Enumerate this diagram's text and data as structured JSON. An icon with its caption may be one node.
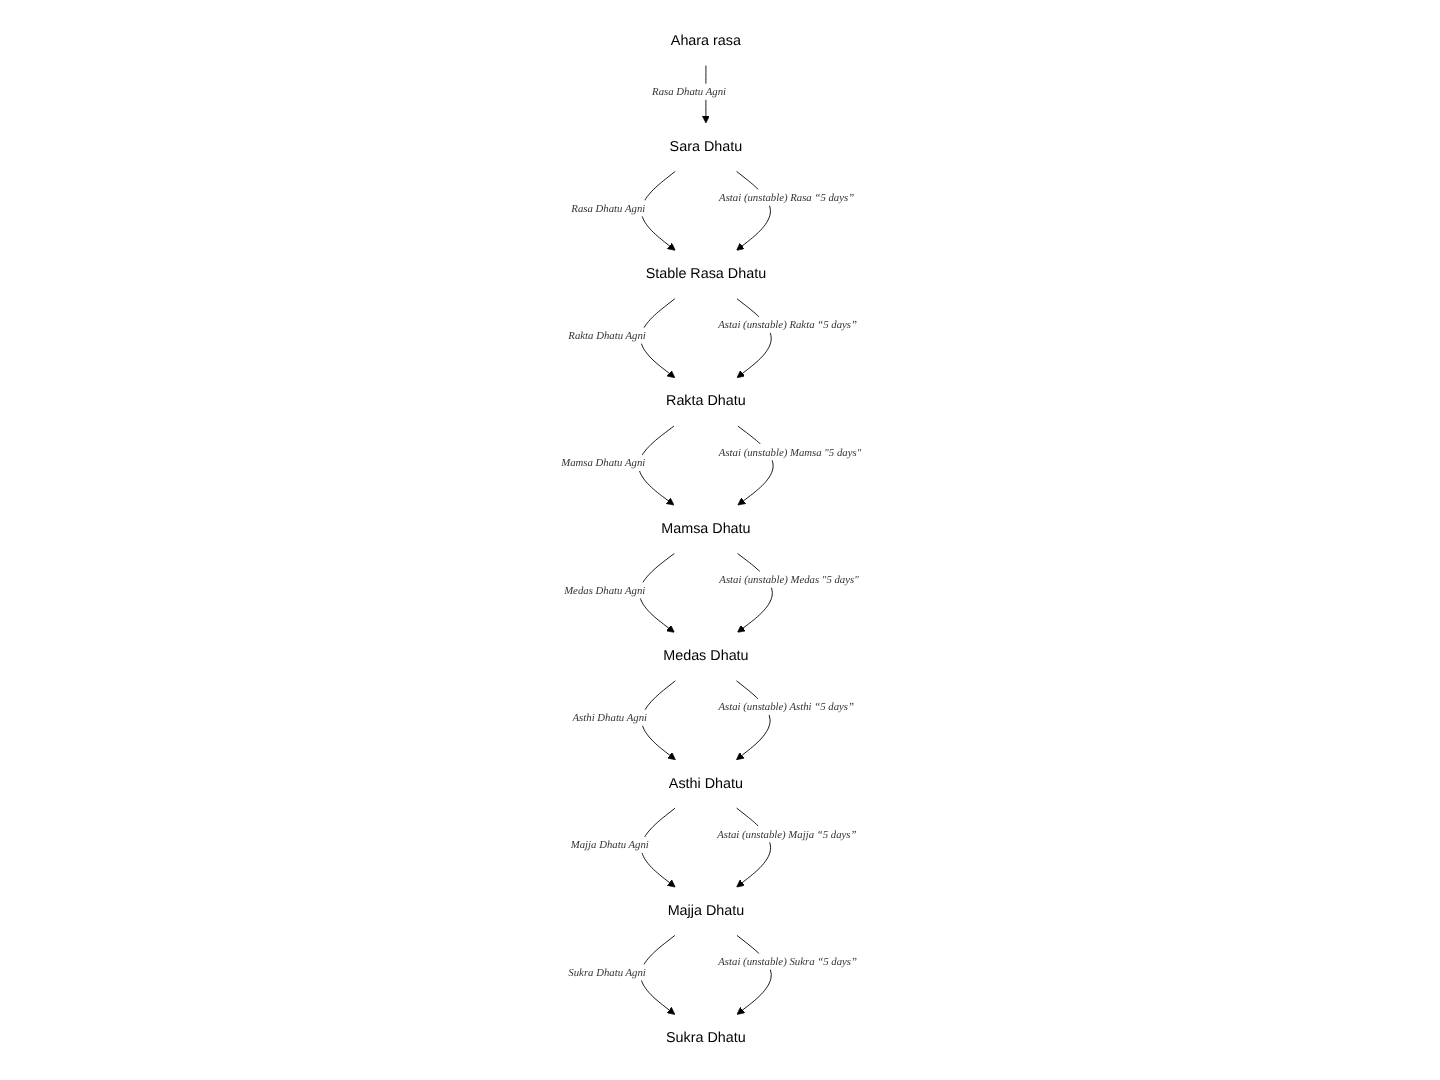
{
  "diagram": {
    "nodes": [
      {
        "text": [
          "Ahara rasa"
        ]
      },
      {
        "text": [
          "Sara Dhatu"
        ]
      },
      {
        "text": [
          "Stable Rasa Dhatu"
        ]
      },
      {
        "text": [
          "Rakta Dhatu"
        ]
      },
      {
        "text": [
          "Mamsa Dhatu"
        ]
      },
      {
        "text": [
          "Medas Dhatu"
        ]
      },
      {
        "text": [
          "Asthi Dhatu"
        ]
      },
      {
        "text": [
          "Majja Dhatu"
        ]
      },
      {
        "text": [
          "Sukra Dhatu"
        ]
      }
    ],
    "edges": [
      {
        "from": 0,
        "to": 1,
        "arrow": "to",
        "label": "Rasa Dhatu Agni"
      },
      {
        "from": 1,
        "to": 2,
        "arrow": "to",
        "label": "Rasa Dhatu Agni"
      },
      {
        "from": 1,
        "to": 2,
        "arrow": "to",
        "label": "Astai (unstable) Rasa “5 days”"
      },
      {
        "from": 2,
        "to": 3,
        "arrow": "to",
        "label": "Rakta Dhatu Agni"
      },
      {
        "from": 2,
        "to": 3,
        "arrow": "to",
        "label": "Astai (unstable) Rakta “5 days”"
      },
      {
        "from": 3,
        "to": 4,
        "arrow": "to",
        "label": "Mamsa Dhatu Agni"
      },
      {
        "from": 3,
        "to": 4,
        "arrow": "to",
        "label": "Astai (unstable) Mamsa \"5 days\""
      },
      {
        "from": 4,
        "to": 5,
        "arrow": "to",
        "label": "Medas Dhatu Agni"
      },
      {
        "from": 4,
        "to": 5,
        "arrow": "to",
        "label": "Astai (unstable) Medas \"5 days\""
      },
      {
        "from": 5,
        "to": 6,
        "arrow": "to",
        "label": "Asthi Dhatu Agni"
      },
      {
        "from": 5,
        "to": 6,
        "arrow": "to",
        "label": "Astai (unstable) Asthi “5 days”"
      },
      {
        "from": 6,
        "to": 7,
        "arrow": "to",
        "label": "Majja Dhatu Agni"
      },
      {
        "from": 6,
        "to": 7,
        "arrow": "to",
        "label": "Astai (unstable) Majja “5 days”"
      },
      {
        "from": 7,
        "to": 8,
        "arrow": "to",
        "label": "Sukra Dhatu Agni"
      },
      {
        "from": 7,
        "to": 8,
        "arrow": "to",
        "label": "Astai (unstable) Sukra “5 days”"
      }
    ]
  }
}
